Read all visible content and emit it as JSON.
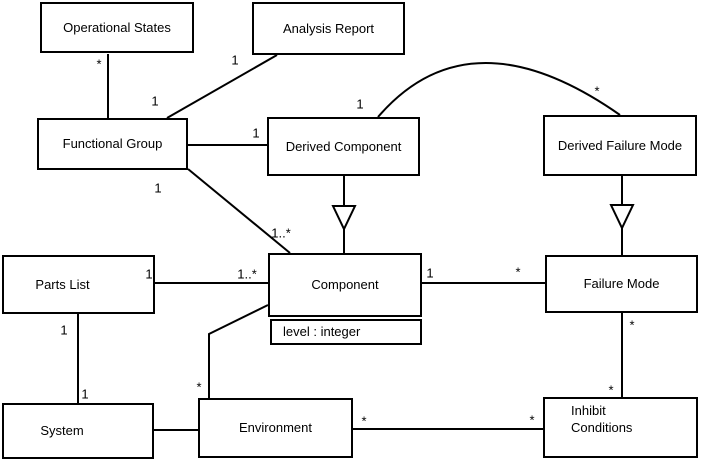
{
  "classes": {
    "operational_states": {
      "name": "Operational States"
    },
    "analysis_report": {
      "name": "Analysis Report"
    },
    "functional_group": {
      "name": "Functional Group"
    },
    "derived_component": {
      "name": "Derived Component"
    },
    "derived_failure_mode": {
      "name": "Derived Failure Mode"
    },
    "parts_list": {
      "name": "Parts List"
    },
    "component": {
      "name": "Component",
      "attribute": "level : integer"
    },
    "failure_mode": {
      "name": "Failure Mode"
    },
    "system": {
      "name": "System"
    },
    "environment": {
      "name": "Environment"
    },
    "inhibit_conditions": {
      "name": "Inhibit\nConditions"
    }
  },
  "multiplicities": {
    "opstates_end": "*",
    "fg_end_of_report_link": "1",
    "report_end": "1",
    "dc_end_of_fg_link": "1",
    "dc_end_of_arc": "1",
    "dfm_end_of_arc": "*",
    "fg_end_of_component_link": "1",
    "component_end_of_fg_link": "1..*",
    "partslist_end": "1",
    "component_end_of_partslist_link": "1..*",
    "component_end_of_fm_link": "1",
    "fm_end_of_component_link": "*",
    "partslist_end_of_system_link": "1",
    "system_end": "1",
    "env_end_of_component_link": "*",
    "env_end_of_inhibit_link": "*",
    "inhibit_end_of_env_link": "*",
    "fm_end_of_inhibit_link": "*",
    "inhibit_end_of_fm_link": "*"
  },
  "relationships": [
    {
      "from": "Operational States",
      "to": "Functional Group",
      "type": "association",
      "from_mult": "*",
      "to_mult": ""
    },
    {
      "from": "Analysis Report",
      "to": "Functional Group",
      "type": "association",
      "from_mult": "1",
      "to_mult": "1"
    },
    {
      "from": "Functional Group",
      "to": "Derived Component",
      "type": "association",
      "from_mult": "",
      "to_mult": "1"
    },
    {
      "from": "Derived Component",
      "to": "Derived Failure Mode",
      "type": "association (arc)",
      "from_mult": "1",
      "to_mult": "*"
    },
    {
      "from": "Derived Component",
      "to": "Component",
      "type": "generalization",
      "from_mult": "",
      "to_mult": ""
    },
    {
      "from": "Derived Failure Mode",
      "to": "Failure Mode",
      "type": "generalization",
      "from_mult": "",
      "to_mult": ""
    },
    {
      "from": "Functional Group",
      "to": "Component",
      "type": "association",
      "from_mult": "1",
      "to_mult": "1..*"
    },
    {
      "from": "Parts List",
      "to": "Component",
      "type": "association",
      "from_mult": "1",
      "to_mult": "1..*"
    },
    {
      "from": "Component",
      "to": "Failure Mode",
      "type": "association",
      "from_mult": "1",
      "to_mult": "*"
    },
    {
      "from": "Parts List",
      "to": "System",
      "type": "association",
      "from_mult": "1",
      "to_mult": "1"
    },
    {
      "from": "System",
      "to": "Environment",
      "type": "association",
      "from_mult": "",
      "to_mult": ""
    },
    {
      "from": "Component",
      "to": "Environment",
      "type": "association",
      "from_mult": "",
      "to_mult": "*"
    },
    {
      "from": "Environment",
      "to": "Inhibit Conditions",
      "type": "association",
      "from_mult": "*",
      "to_mult": "*"
    },
    {
      "from": "Failure Mode",
      "to": "Inhibit Conditions",
      "type": "association",
      "from_mult": "*",
      "to_mult": "*"
    }
  ],
  "colors": {
    "background": "#ffffff",
    "line": "#000000",
    "box_fill": "#ffffff",
    "text": "#000000"
  }
}
